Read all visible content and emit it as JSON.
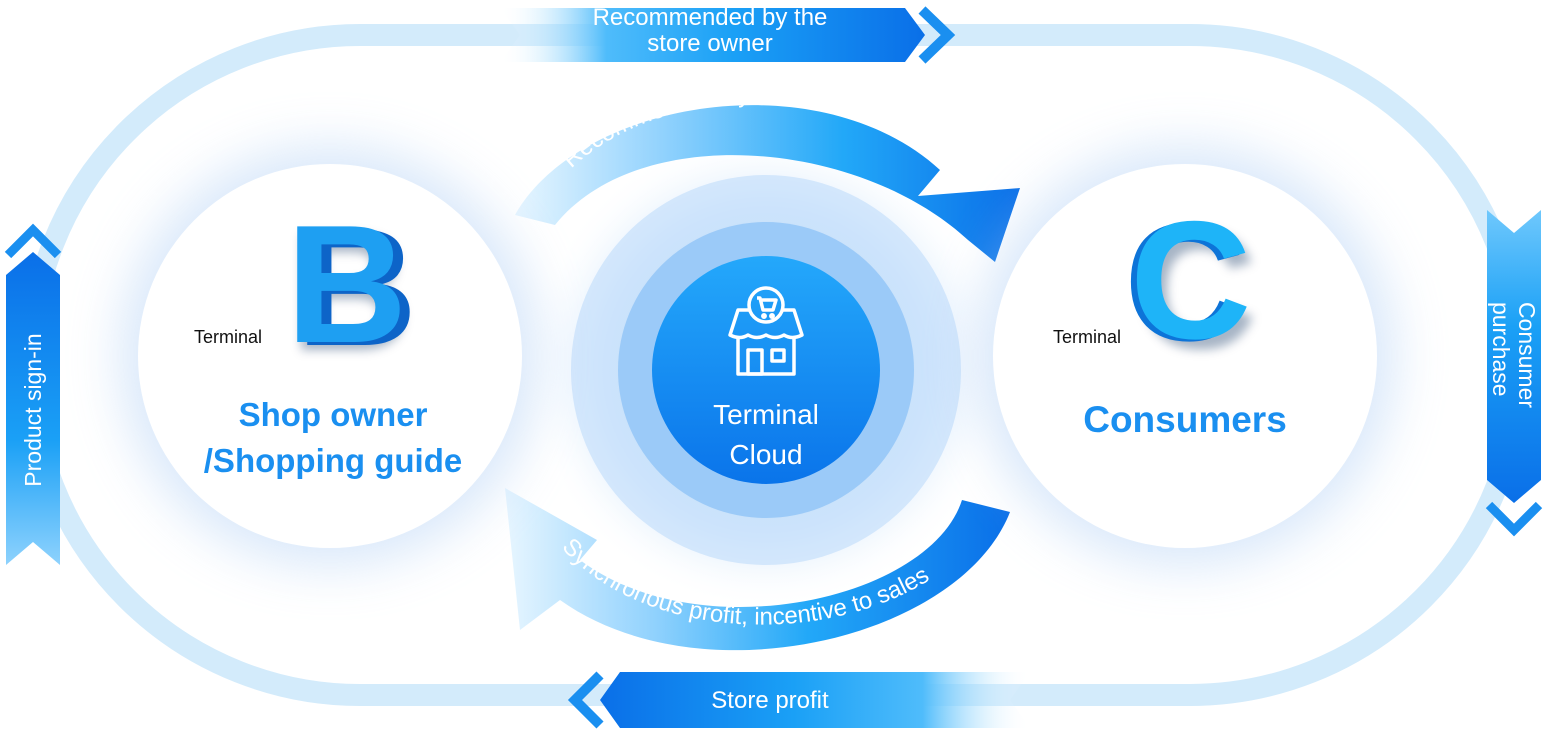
{
  "diagram": {
    "center": {
      "icon": "storefront-cart-icon",
      "label_line1": "Terminal",
      "label_line2": "Cloud"
    },
    "left_node": {
      "prefix": "Terminal",
      "letter": "B",
      "title_line1": "Shop owner",
      "title_line2": "/Shopping guide"
    },
    "right_node": {
      "prefix": "Terminal",
      "letter": "C",
      "title": "Consumers"
    },
    "inner_arrows": {
      "top": "Recommended by the store owner",
      "bottom": "Synchronous profit, incentive to sales"
    },
    "outer_loop": {
      "top_banner_line1": "Recommended by the",
      "top_banner_line2": "store owner",
      "bottom_banner": "Store profit",
      "left_banner": "Product sign-in",
      "right_banner_line1": "Consumer",
      "right_banner_line2": "purchase"
    },
    "colors": {
      "primary_blue": "#0a6fe8",
      "light_blue": "#21a6fa",
      "track": "#d3ebfb",
      "title_blue": "#1a8ff0"
    }
  }
}
